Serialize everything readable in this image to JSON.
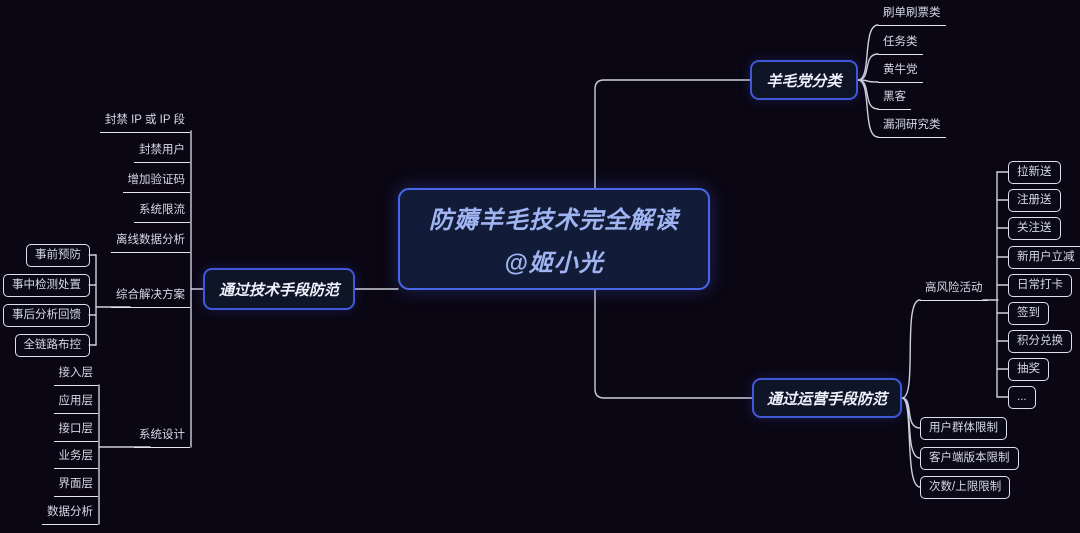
{
  "canvas": {
    "background": "#0a0613",
    "accent_border": "#4a66e8",
    "line_color": "#dfe3ee",
    "leaf_text_color": "#d5dae6",
    "central_text_color": "#a0b4f1"
  },
  "root": {
    "title": "防薅羊毛技术完全解读",
    "author": "@姬小光"
  },
  "tech_branch": {
    "label": "通过技术手段防范",
    "children": [
      {
        "label": "封禁 IP 或 IP 段"
      },
      {
        "label": "封禁用户"
      },
      {
        "label": "增加验证码"
      },
      {
        "label": "系统限流"
      },
      {
        "label": "离线数据分析"
      },
      {
        "label": "综合解决方案",
        "children": [
          {
            "label": "事前预防"
          },
          {
            "label": "事中检测处置"
          },
          {
            "label": "事后分析回馈"
          },
          {
            "label": "全链路布控"
          }
        ]
      },
      {
        "label": "系统设计",
        "children": [
          {
            "label": "接入层"
          },
          {
            "label": "应用层"
          },
          {
            "label": "接口层"
          },
          {
            "label": "业务层"
          },
          {
            "label": "界面层"
          },
          {
            "label": "数据分析"
          }
        ]
      }
    ]
  },
  "category_branch": {
    "label": "羊毛党分类",
    "children": [
      {
        "label": "刷单刷票类"
      },
      {
        "label": "任务类"
      },
      {
        "label": "黄牛党"
      },
      {
        "label": "黑客"
      },
      {
        "label": "漏洞研究类"
      }
    ]
  },
  "ops_branch": {
    "label": "通过运营手段防范",
    "children": [
      {
        "label": "高风险活动",
        "children": [
          {
            "label": "拉新送"
          },
          {
            "label": "注册送"
          },
          {
            "label": "关注送"
          },
          {
            "label": "新用户立减"
          },
          {
            "label": "日常打卡"
          },
          {
            "label": "签到"
          },
          {
            "label": "积分兑换"
          },
          {
            "label": "抽奖"
          },
          {
            "label": "..."
          }
        ]
      },
      {
        "label": "用户群体限制"
      },
      {
        "label": "客户端版本限制"
      },
      {
        "label": "次数/上限限制"
      }
    ]
  }
}
